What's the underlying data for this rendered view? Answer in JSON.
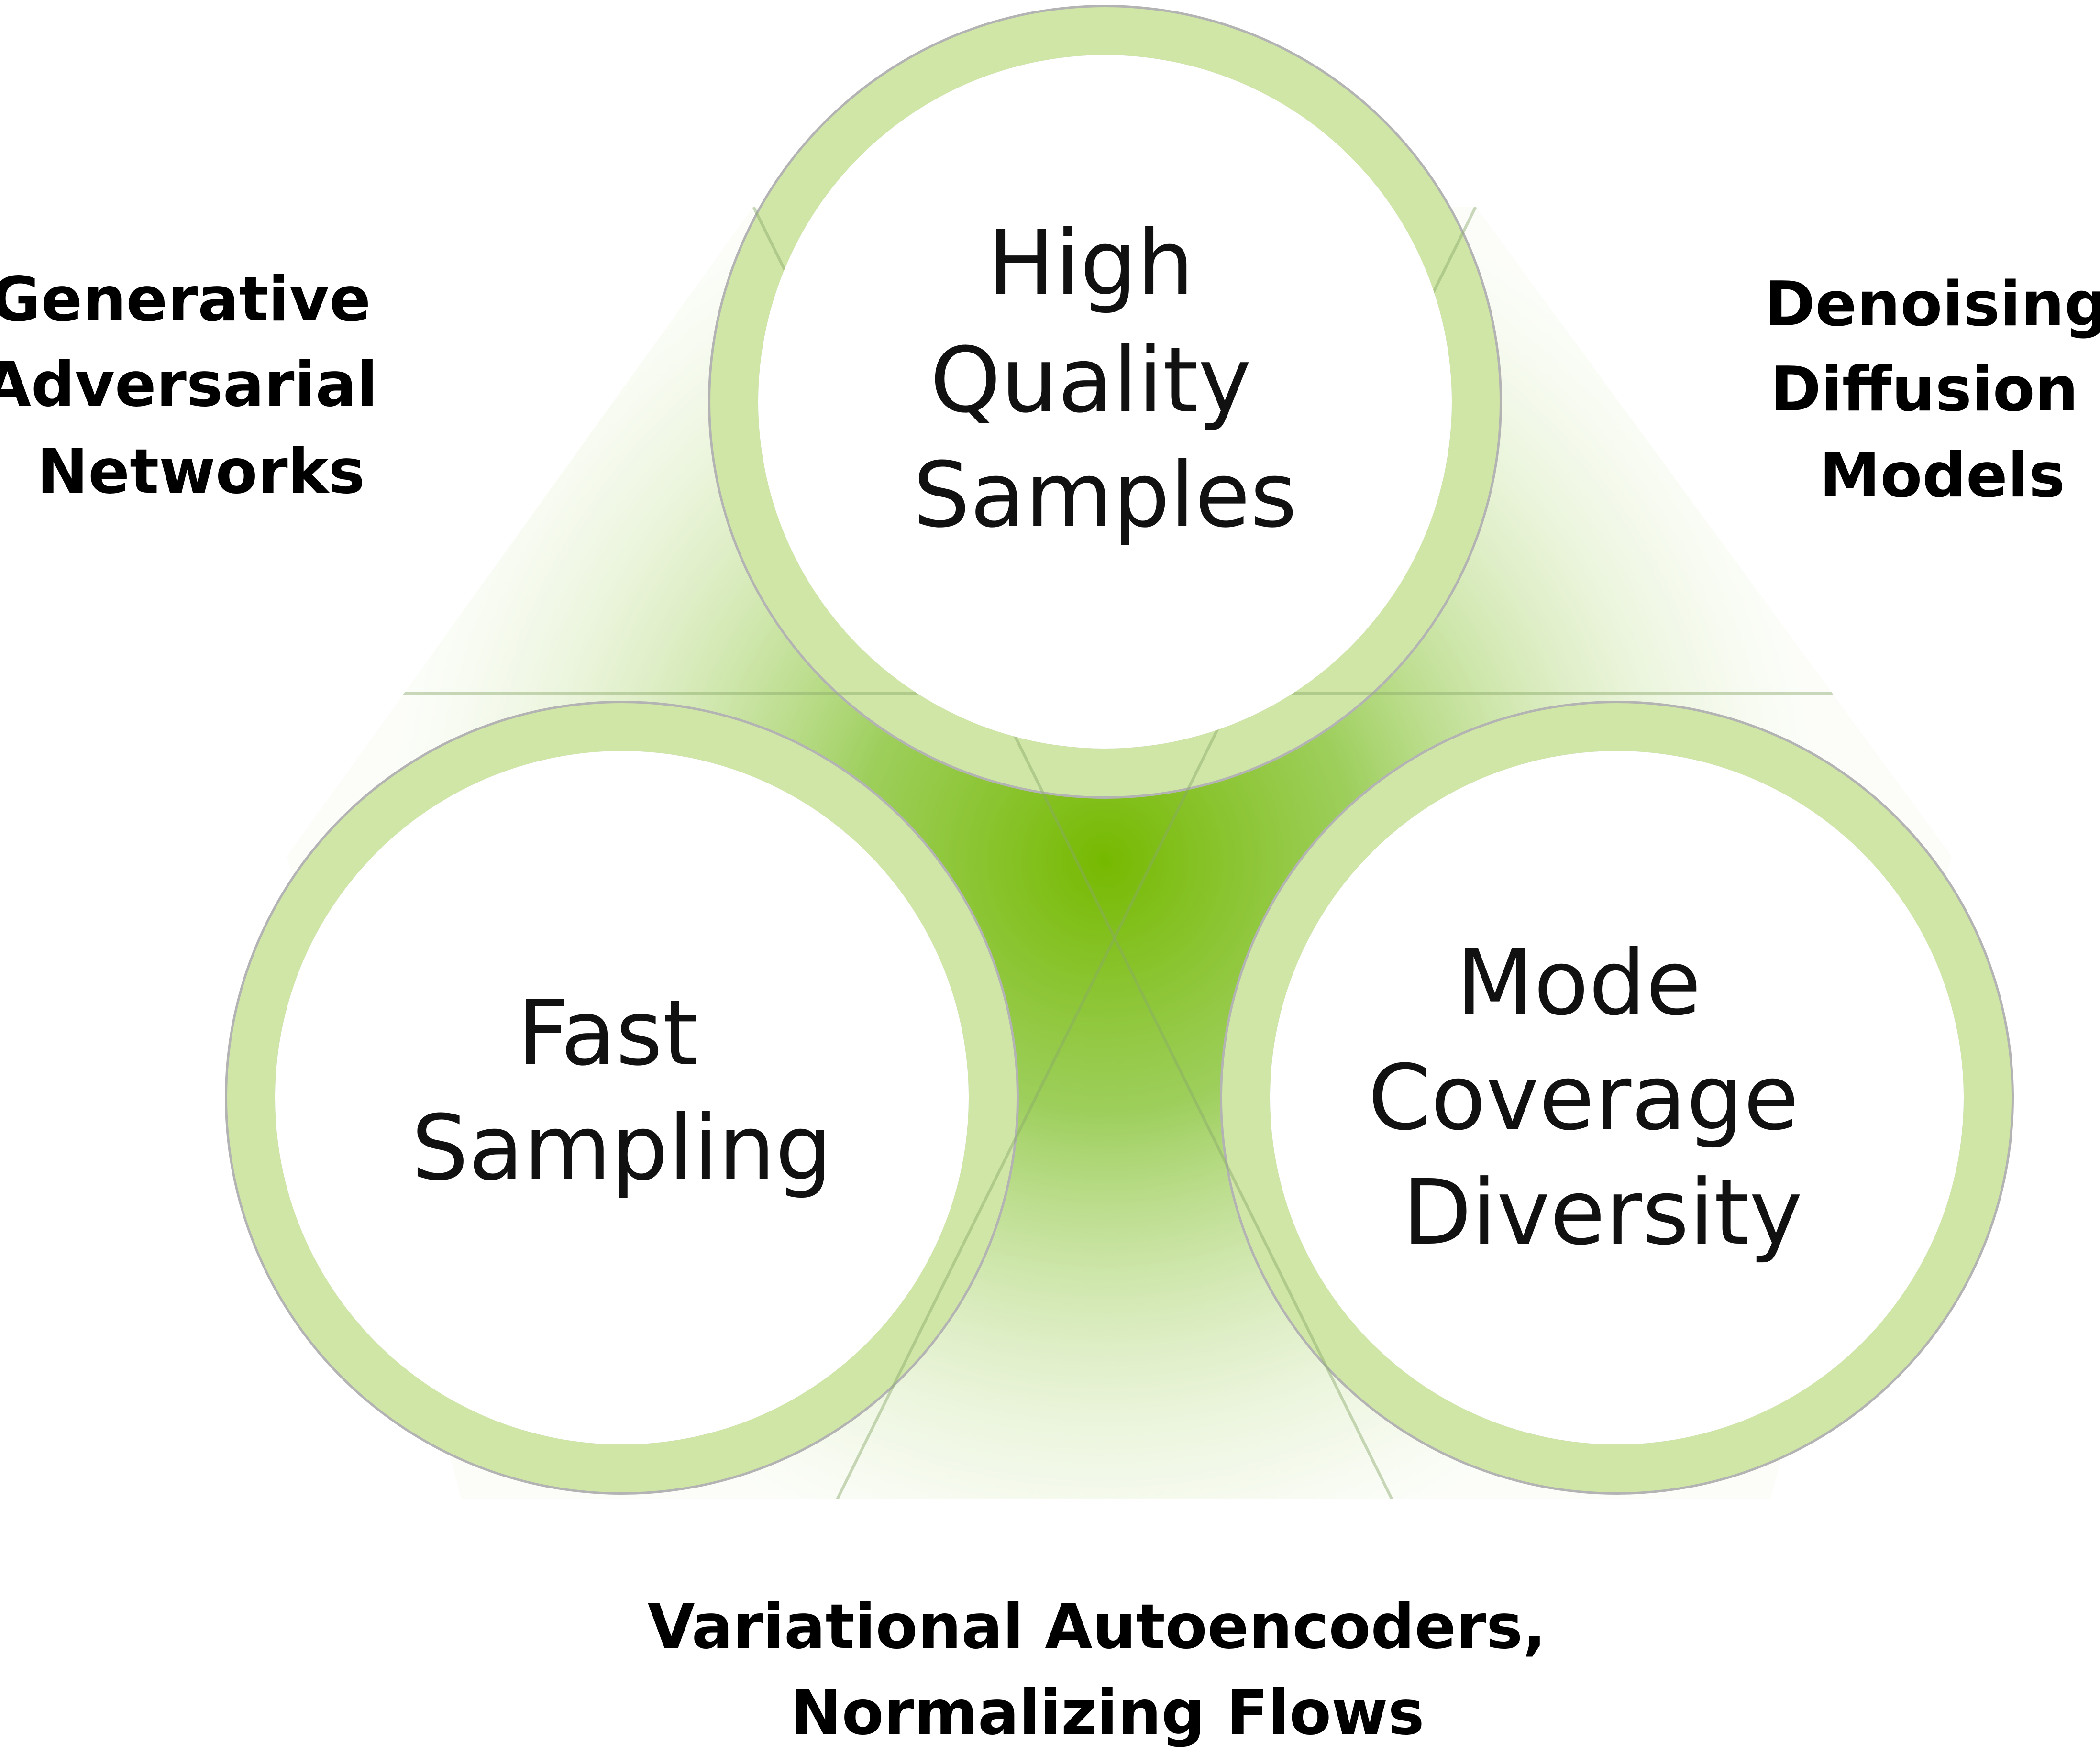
{
  "colors": {
    "accent": "#76b900",
    "band": "#cfe6a6",
    "outline": "#b3b3b3",
    "circle_fill": "#ffffff",
    "text": "#000000"
  },
  "circles": {
    "top": {
      "lines": [
        "High",
        "Quality",
        "Samples"
      ]
    },
    "left": {
      "lines": [
        "Fast",
        "Sampling"
      ]
    },
    "right": {
      "lines": [
        "Mode",
        "Coverage",
        "Diversity"
      ]
    }
  },
  "edge_labels": {
    "top_left": {
      "lines": [
        "Generative",
        "Adversarial",
        "Networks"
      ]
    },
    "top_right": {
      "lines": [
        "Denoising",
        "Diffusion",
        "Models"
      ]
    },
    "bottom": {
      "lines": [
        "Variational Autoencoders,",
        "Normalizing Flows"
      ]
    }
  }
}
